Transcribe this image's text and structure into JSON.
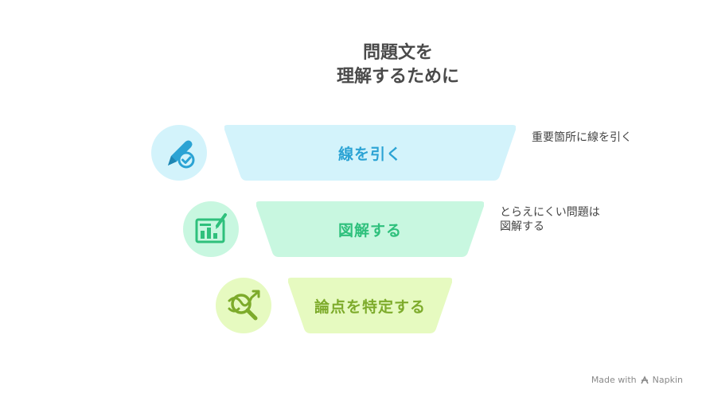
{
  "title": {
    "line1": "問題文を",
    "line2": "理解するために"
  },
  "stages": [
    {
      "label": "線を引く",
      "note": "重要箇所に線を引く",
      "icon": "pencil-check-icon",
      "fill": "#d3f3fb",
      "text_color": "#2ba3d4",
      "circle": "#d3f3fb"
    },
    {
      "label": "図解する",
      "note_line1": "とらえにくい問題は",
      "note_line2": "図解する",
      "icon": "chart-board-icon",
      "fill": "#c8f7e0",
      "text_color": "#2ec07c",
      "circle": "#c8f7e0"
    },
    {
      "label": "論点を特定する",
      "icon": "magnifier-trend-icon",
      "fill": "#e6fac0",
      "text_color": "#7dab2b",
      "circle": "#e6fac0"
    }
  ],
  "footer": {
    "text": "Made with",
    "brand": "Napkin"
  }
}
